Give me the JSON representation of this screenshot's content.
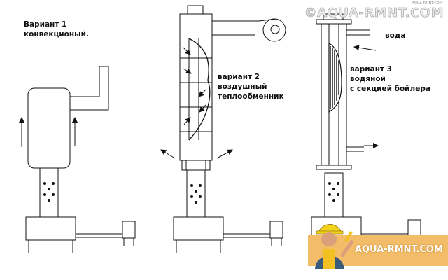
{
  "watermark": {
    "top_right": "©AQUA-RMNT.COM",
    "small": "AQUA-RMNT.COM",
    "banner": "AQUA-RMNT.COM",
    "mascot_icon": "worker-with-hardhat-icon"
  },
  "variants": [
    {
      "lines": [
        "Вариант 1",
        "конвекционый."
      ]
    },
    {
      "lines": [
        "вариант 2",
        "воздушный",
        "теплообменник"
      ]
    },
    {
      "lines": [
        "вариант 3",
        "водяной",
        "с секцией бойлера"
      ]
    }
  ],
  "water_label": "вода",
  "colors": {
    "line": "#111111",
    "banner": "#f0b35c",
    "watermark_text": "#9a9a9a"
  }
}
